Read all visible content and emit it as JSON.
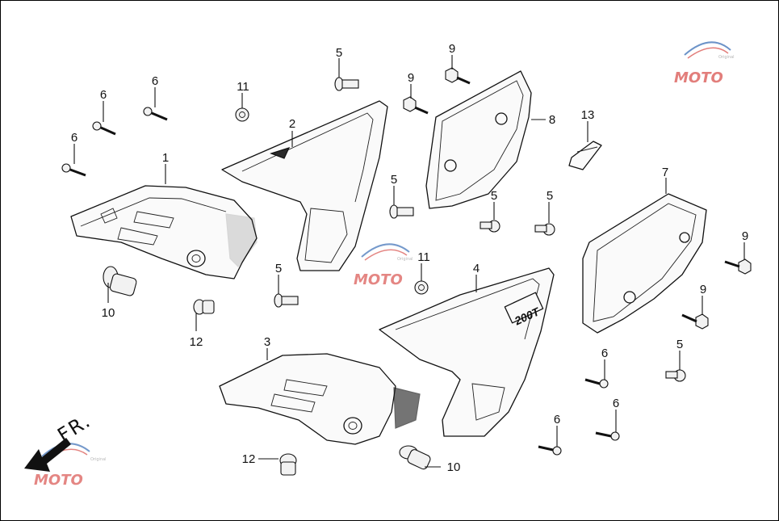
{
  "diagram": {
    "direction_label": "FR.",
    "callouts": [
      {
        "id": "c1",
        "label": "1"
      },
      {
        "id": "c2",
        "label": "2"
      },
      {
        "id": "c3",
        "label": "3"
      },
      {
        "id": "c4",
        "label": "4"
      },
      {
        "id": "c5a",
        "label": "5"
      },
      {
        "id": "c5b",
        "label": "5"
      },
      {
        "id": "c5c",
        "label": "5"
      },
      {
        "id": "c5d",
        "label": "5"
      },
      {
        "id": "c5e",
        "label": "5"
      },
      {
        "id": "c5f",
        "label": "5"
      },
      {
        "id": "c6a",
        "label": "6"
      },
      {
        "id": "c6b",
        "label": "6"
      },
      {
        "id": "c6c",
        "label": "6"
      },
      {
        "id": "c6d",
        "label": "6"
      },
      {
        "id": "c6e",
        "label": "6"
      },
      {
        "id": "c6f",
        "label": "6"
      },
      {
        "id": "c7",
        "label": "7"
      },
      {
        "id": "c8",
        "label": "8"
      },
      {
        "id": "c9a",
        "label": "9"
      },
      {
        "id": "c9b",
        "label": "9"
      },
      {
        "id": "c9c",
        "label": "9"
      },
      {
        "id": "c9d",
        "label": "9"
      },
      {
        "id": "c10a",
        "label": "10"
      },
      {
        "id": "c10b",
        "label": "10"
      },
      {
        "id": "c11a",
        "label": "11"
      },
      {
        "id": "c11b",
        "label": "11"
      },
      {
        "id": "c12a",
        "label": "12"
      },
      {
        "id": "c12b",
        "label": "12"
      },
      {
        "id": "c13",
        "label": "13"
      }
    ],
    "part_marking": "200T",
    "watermark": {
      "text": "MOTO",
      "subtext": "Original",
      "colors": {
        "red": "#d9534f",
        "blue": "#3b6fb6",
        "gray": "#bbbbbb"
      }
    }
  }
}
